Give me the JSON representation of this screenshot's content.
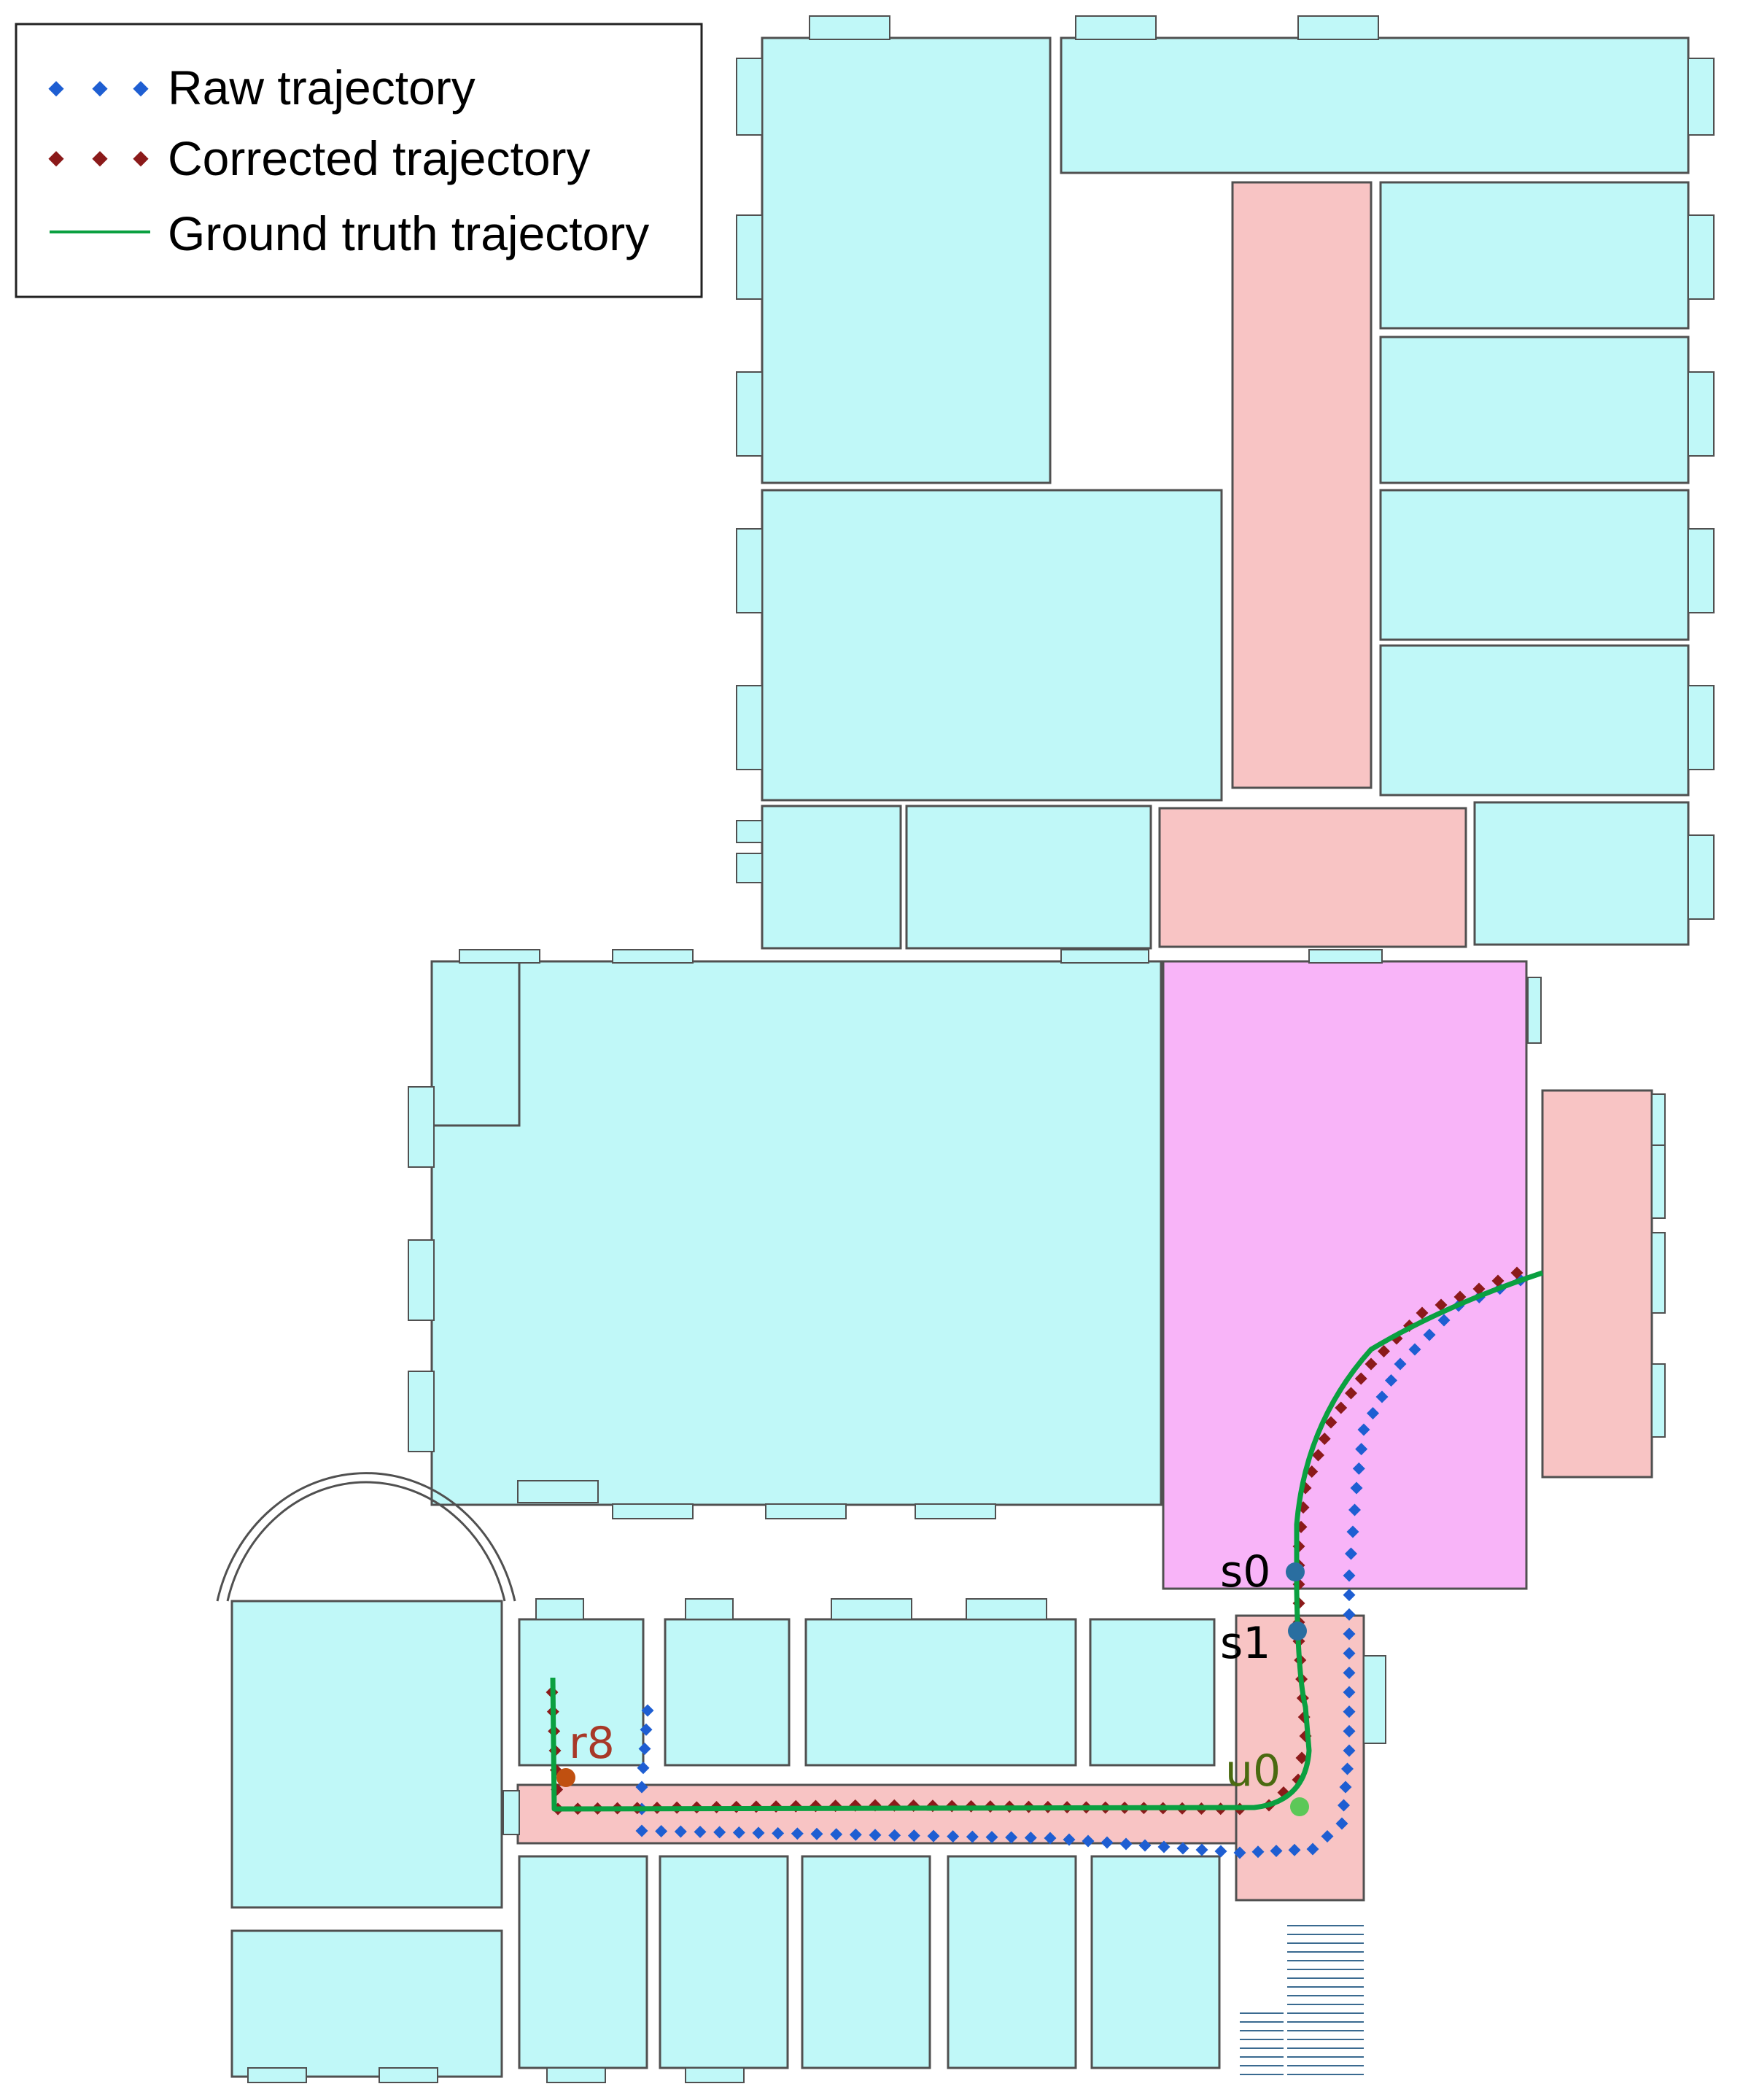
{
  "legend": {
    "raw_label": "Raw trajectory",
    "corrected_label": "Corrected trajectory",
    "ground_truth_label": "Ground truth trajectory"
  },
  "markers": {
    "s0": "s0",
    "s1": "s1",
    "u0": "u0",
    "r8": "r8"
  },
  "colors": {
    "room": "#c0f8f8",
    "corridor": "#f8c4c4",
    "hall": "#f8b4f8",
    "outline": "#505050",
    "raw": "#1e5ed2",
    "corrected": "#8b1a1a",
    "ground_truth": "#0aa040",
    "s_marker": "#2a6ea0",
    "u_marker": "#5cc858",
    "u_text": "#4a6a10",
    "r_marker": "#c05010",
    "r_text": "#a83828"
  }
}
